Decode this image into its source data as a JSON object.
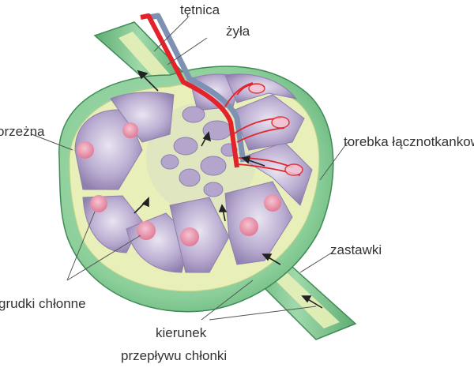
{
  "labels": {
    "artery": "tętnica",
    "vein": "żyła",
    "cortex_partial": "orzeżna",
    "capsule": "torebka łącznotkankowa",
    "valves": "zastawki",
    "follicles": "grudki chłonne",
    "direction_line1": "kierunek",
    "direction_line2": "przepływu chłonki"
  },
  "colors": {
    "capsule_green": "#8ccf9a",
    "capsule_dark": "#5fae74",
    "sinus_yellow": "#e8efb8",
    "lobule_purple": "#bcaed2",
    "lobule_dark": "#8f7fae",
    "follicle_pink": "#e07a96",
    "artery_red": "#e3222a",
    "vein_blue": "#7f91b3"
  }
}
